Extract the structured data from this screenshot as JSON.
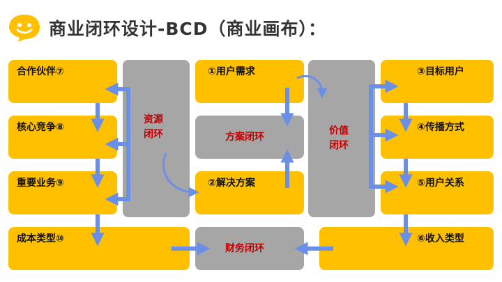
{
  "title": "商业闭环设计-BCD（商业画布）：",
  "boxes": {
    "partners": "合作伙伴⑦",
    "core_competition": "核心竞争⑧",
    "key_business": "重要业务⑨",
    "cost_type": "成本类型⑩",
    "user_needs": "①用户需求",
    "solution": "②解决方案",
    "target_users": "③目标用户",
    "channels": "④传播方式",
    "user_relations": "⑤用户关系",
    "revenue_type": "⑥收入类型"
  },
  "loops": {
    "resource_line1": "资源",
    "resource_line2": "闭环",
    "value_line1": "价值",
    "value_line2": "闭环",
    "plan": "方案闭环",
    "finance": "财务闭环"
  },
  "colors": {
    "box_yellow": "#FFC000",
    "box_gray": "#A6A6A6",
    "arrow_blue": "#6A8FE8",
    "loop_text_red": "#C00000"
  },
  "icons": [
    "smiley-speech-bubble-icon"
  ]
}
